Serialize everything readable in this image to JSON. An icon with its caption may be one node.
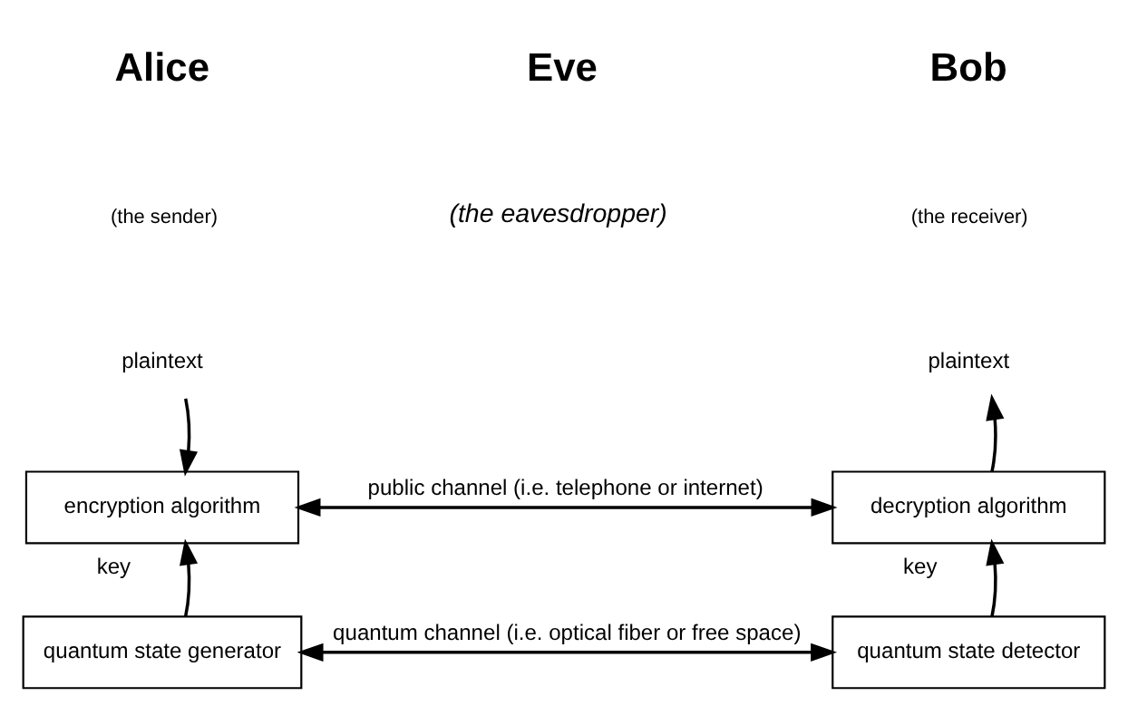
{
  "diagram": {
    "nodes": [
      {
        "text": [
          "plaintext"
        ]
      },
      {
        "text": [
          "encryption algorithm"
        ]
      },
      {
        "text": [
          "quantum state generator"
        ]
      },
      {
        "text": [
          "plaintext"
        ]
      },
      {
        "text": [
          "decryption algorithm"
        ]
      },
      {
        "text": [
          "quantum state detector"
        ]
      }
    ],
    "edges": [
      {
        "from": 0,
        "to": 1,
        "arrow": "to"
      },
      {
        "from": 2,
        "to": 1,
        "arrow": "to",
        "label": "key"
      },
      {
        "from": 1,
        "to": 4,
        "arrow": "both",
        "label": "public channel (i.e. telephone or internet)"
      },
      {
        "from": 2,
        "to": 5,
        "arrow": "both",
        "label": "quantum channel (i.e. optical fiber or free space)"
      },
      {
        "from": 5,
        "to": 4,
        "arrow": "to",
        "label": "key"
      },
      {
        "from": 4,
        "to": 3,
        "arrow": "to"
      }
    ],
    "labels": [
      "Alice",
      "(the sender)",
      "Eve",
      "(the eavesdropper)",
      "Bob",
      "(the receiver)"
    ]
  }
}
